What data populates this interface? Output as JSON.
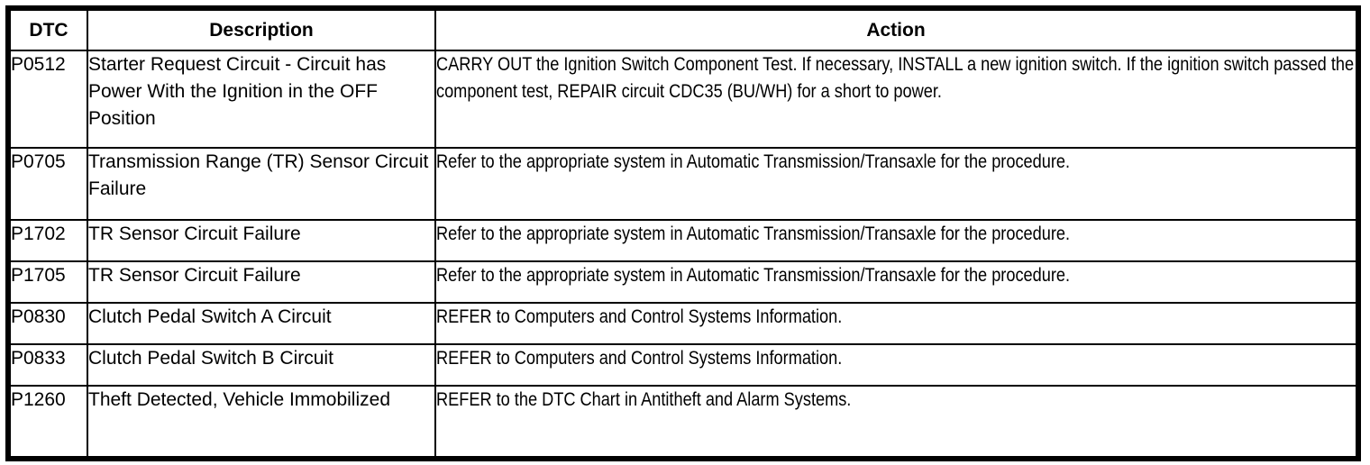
{
  "table": {
    "name": "dtc-chart",
    "columns": [
      {
        "key": "dtc",
        "label": "DTC"
      },
      {
        "key": "description",
        "label": "Description"
      },
      {
        "key": "action",
        "label": "Action"
      }
    ],
    "rows": [
      {
        "dtc": "P0512",
        "description": "Starter Request Circuit - Circuit has Power With the Ignition in the OFF Position",
        "action": "CARRY OUT the Ignition Switch Component Test. If necessary, INSTALL a new ignition switch. If the ignition switch passed the component test, REPAIR circuit CDC35 (BU/WH) for a short to power."
      },
      {
        "dtc": "P0705",
        "description": "Transmission Range (TR) Sensor Circuit Failure",
        "action": "Refer to the appropriate system in Automatic Transmission/Transaxle for the procedure."
      },
      {
        "dtc": "P1702",
        "description": "TR Sensor Circuit Failure",
        "action": "Refer to the appropriate system in Automatic Transmission/Transaxle for the procedure."
      },
      {
        "dtc": "P1705",
        "description": "TR Sensor Circuit Failure",
        "action": "Refer to the appropriate system in Automatic Transmission/Transaxle for the procedure."
      },
      {
        "dtc": "P0830",
        "description": "Clutch Pedal Switch A Circuit",
        "action": "REFER to Computers and Control Systems Information."
      },
      {
        "dtc": "P0833",
        "description": "Clutch Pedal Switch B Circuit",
        "action": "REFER to Computers and Control Systems Information."
      },
      {
        "dtc": "P1260",
        "description": "Theft Detected, Vehicle Immobilized",
        "action": "REFER to the DTC Chart in Antitheft and Alarm Systems."
      }
    ]
  },
  "style": {
    "border_color": "#000000",
    "text_color": "#000000",
    "background": "#ffffff"
  }
}
